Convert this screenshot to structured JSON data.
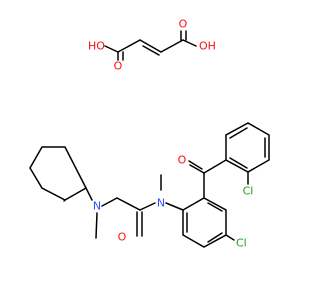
{
  "structure": {
    "components": [
      "fumaric acid",
      "amide drug molecule"
    ]
  },
  "atom_labels": {
    "fumarate_oh_left": "HO",
    "fumarate_o_left": "O",
    "fumarate_o_right": "O",
    "fumarate_oh_right": "OH",
    "ketone_o": "O",
    "amine_n": "N",
    "amide_n": "N",
    "amide_o": "O",
    "cl_aryl_top": "Cl",
    "cl_aryl_bottom": "Cl"
  },
  "colors": {
    "bond": "#000000",
    "oxygen": "#ff0d0d",
    "nitrogen": "#3050f8",
    "chlorine": "#1fa01f",
    "background": "#ffffff"
  }
}
